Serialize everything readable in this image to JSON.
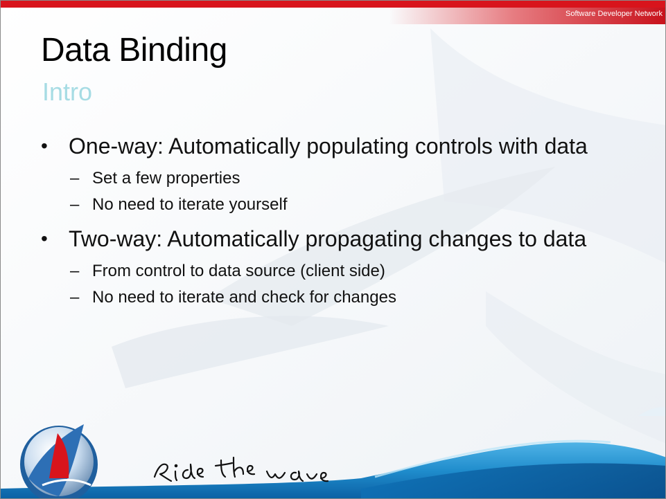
{
  "header": {
    "brand": "Software Developer Network",
    "accent_color": "#d8141c"
  },
  "slide": {
    "title": "Data Binding",
    "subtitle": "Intro",
    "subtitle_color": "#a6dce4",
    "bullets": [
      {
        "text": "One-way: Automatically populating controls with data",
        "sub": [
          "Set a few properties",
          "No need to iterate yourself"
        ]
      },
      {
        "text": "Two-way: Automatically propagating changes to data",
        "sub": [
          "From control to data source (client side)",
          "No need to iterate and check for changes"
        ]
      }
    ]
  },
  "footer": {
    "slogan": "Ride the wave",
    "logo_icon": "sdn-sail-logo-icon",
    "wave_color": "#1f8ccc"
  },
  "glyphs": {
    "bullet": "•",
    "dash": "–"
  }
}
